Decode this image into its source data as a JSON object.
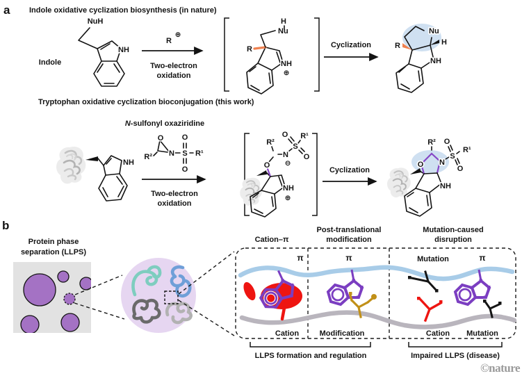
{
  "panel_a": {
    "label": "a",
    "row1_title": "Indole oxidative cyclization biosynthesis (in nature)",
    "row2_title": "Tryptophan oxidative cyclization bioconjugation (this work)",
    "indole_label": "Indole",
    "reagent_name_italic": "N",
    "reagent_name_rest": "-sulfonyl oxaziridine",
    "step_reagent": "R",
    "oxidation_line1": "Two-electron",
    "oxidation_line2": "oxidation",
    "cyclization": "Cyclization"
  },
  "atoms": {
    "NuH": "NuH",
    "NH": "NH",
    "Nu": "Nu",
    "H": "H",
    "O": "O",
    "N": "N",
    "S": "S",
    "R": "R",
    "R1": "R¹",
    "R2": "R²",
    "plus": "⊕",
    "minus": "⊖"
  },
  "panel_b": {
    "label": "b",
    "llps_line1": "Protein phase",
    "llps_line2": "separation (LLPS)",
    "header1": "Cation–π",
    "header2_line1": "Post-translational",
    "header2_line2": "modification",
    "header3_line1": "Mutation-caused",
    "header3_line2": "disruption",
    "pi": "π",
    "mutation": "Mutation",
    "cation": "Cation",
    "modification": "Modification",
    "caption_left": "LLPS formation and regulation",
    "caption_right": "Impaired LLPS (disease)",
    "logo": "©nature"
  },
  "colors": {
    "orange_bond": "#ef8150",
    "purple_bond": "#8646c6",
    "highlight_blue": "#cfe0f1",
    "droplet_purple": "#a472c4",
    "droplet_bg_gray": "#e2e2e2",
    "lavender_circle": "#e6d6f1",
    "teal_chain": "#7ecdbf",
    "blue_chain": "#6f9fd8",
    "dark_gray_chain": "#6a6a6a",
    "light_gray_chain": "#b2b2b2",
    "backbone_blue": "#a8cce8",
    "backbone_gray": "#b9b5bd",
    "cation_red": "#ee1511",
    "modification_gold": "#c19018",
    "indole_purple": "#7b3ec1",
    "logo_gray": "#9b9b9b"
  }
}
